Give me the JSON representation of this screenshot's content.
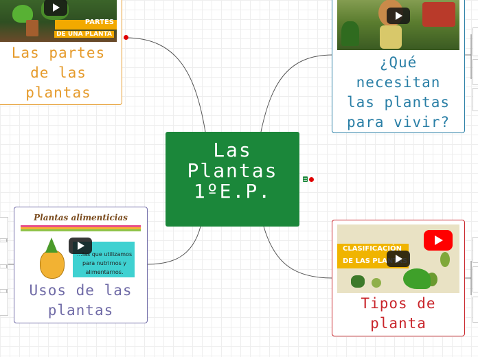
{
  "central": {
    "lines": [
      "Las",
      "Plantas",
      "1ºE.P."
    ],
    "color": "#1b873a"
  },
  "branches": {
    "partes": {
      "label_lines": [
        "Las partes",
        "de las",
        "plantas"
      ],
      "color": "#e59a2a",
      "video_caption": [
        "PARTES",
        "DE UNA PLANTA"
      ]
    },
    "necesitan": {
      "label_lines": [
        "¿Qué",
        "necesitan",
        "las plantas",
        "para vivir?"
      ],
      "color": "#2a7fa6"
    },
    "usos": {
      "label_lines": [
        "Usos de las",
        "plantas"
      ],
      "color": "#6f6aa6",
      "thumb_title": "Plantas alimenticias",
      "thumb_text": [
        "…las que utilizamos",
        "para nutrirnos y",
        "alimentarnos."
      ]
    },
    "tipos": {
      "label_lines": [
        "Tipos de",
        "planta"
      ],
      "color": "#c9252b",
      "video_caption": [
        "CLASIFICACIÓN",
        "DE LAS PLANTAS"
      ]
    }
  },
  "icons": [
    "play-icon",
    "youtube-icon",
    "note-icon",
    "link-dot-icon"
  ]
}
